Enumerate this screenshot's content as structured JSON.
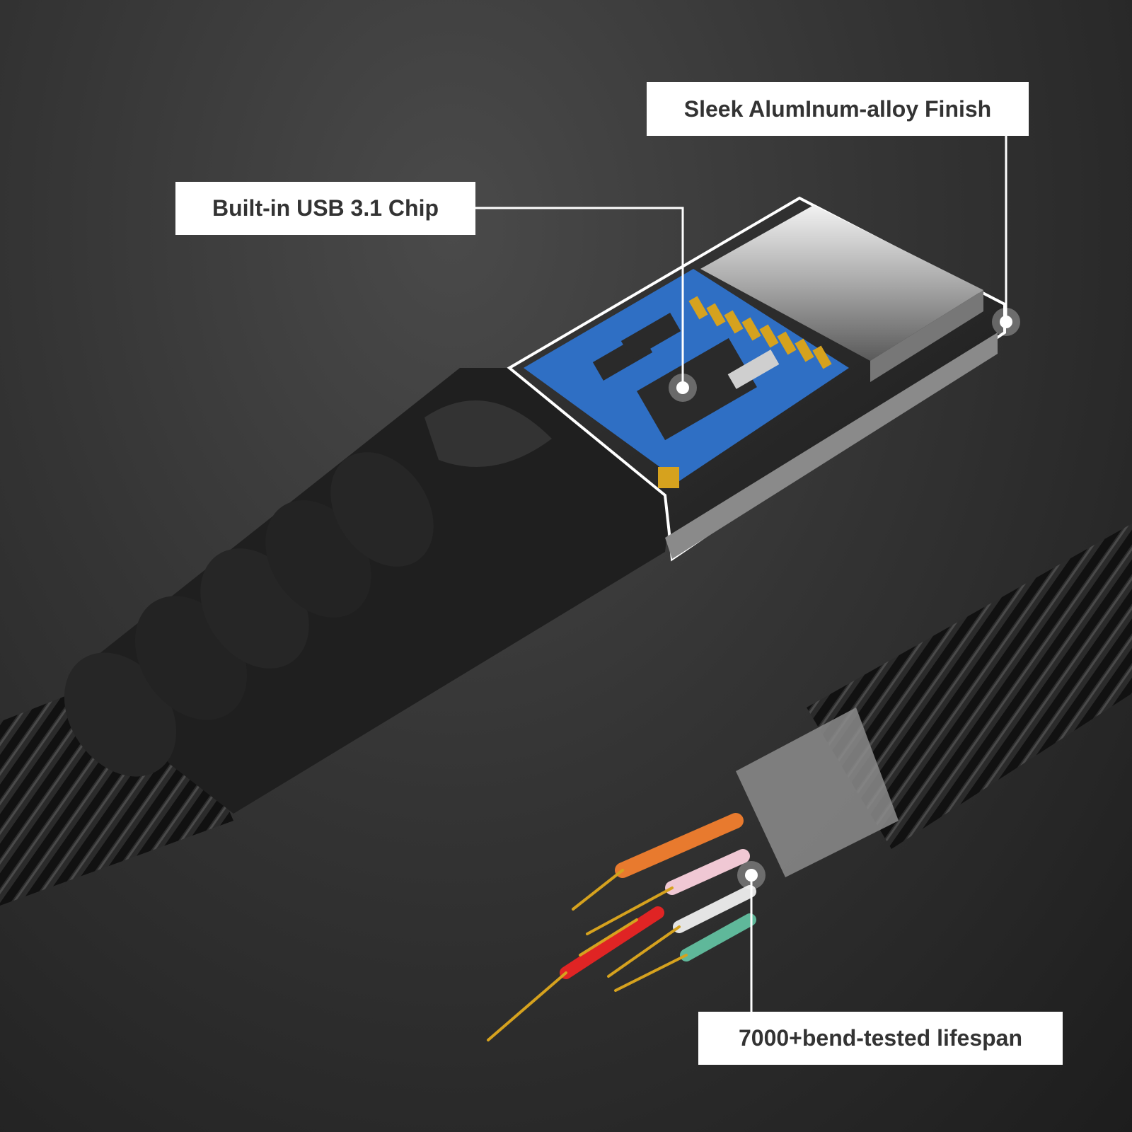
{
  "callouts": [
    {
      "id": "aluminum",
      "text": "Sleek AlumInum-alloy Finish"
    },
    {
      "id": "chip",
      "text": "Built-in USB 3.1 Chip"
    },
    {
      "id": "lifespan",
      "text": "7000+bend-tested lifespan"
    }
  ],
  "colors": {
    "background": "#2e2e2e",
    "label_bg": "#ffffff",
    "label_text": "#333333",
    "pcb_blue": "#2f6fc4",
    "gold": "#d6a21e",
    "connector_metal": "#c8c8c8"
  }
}
